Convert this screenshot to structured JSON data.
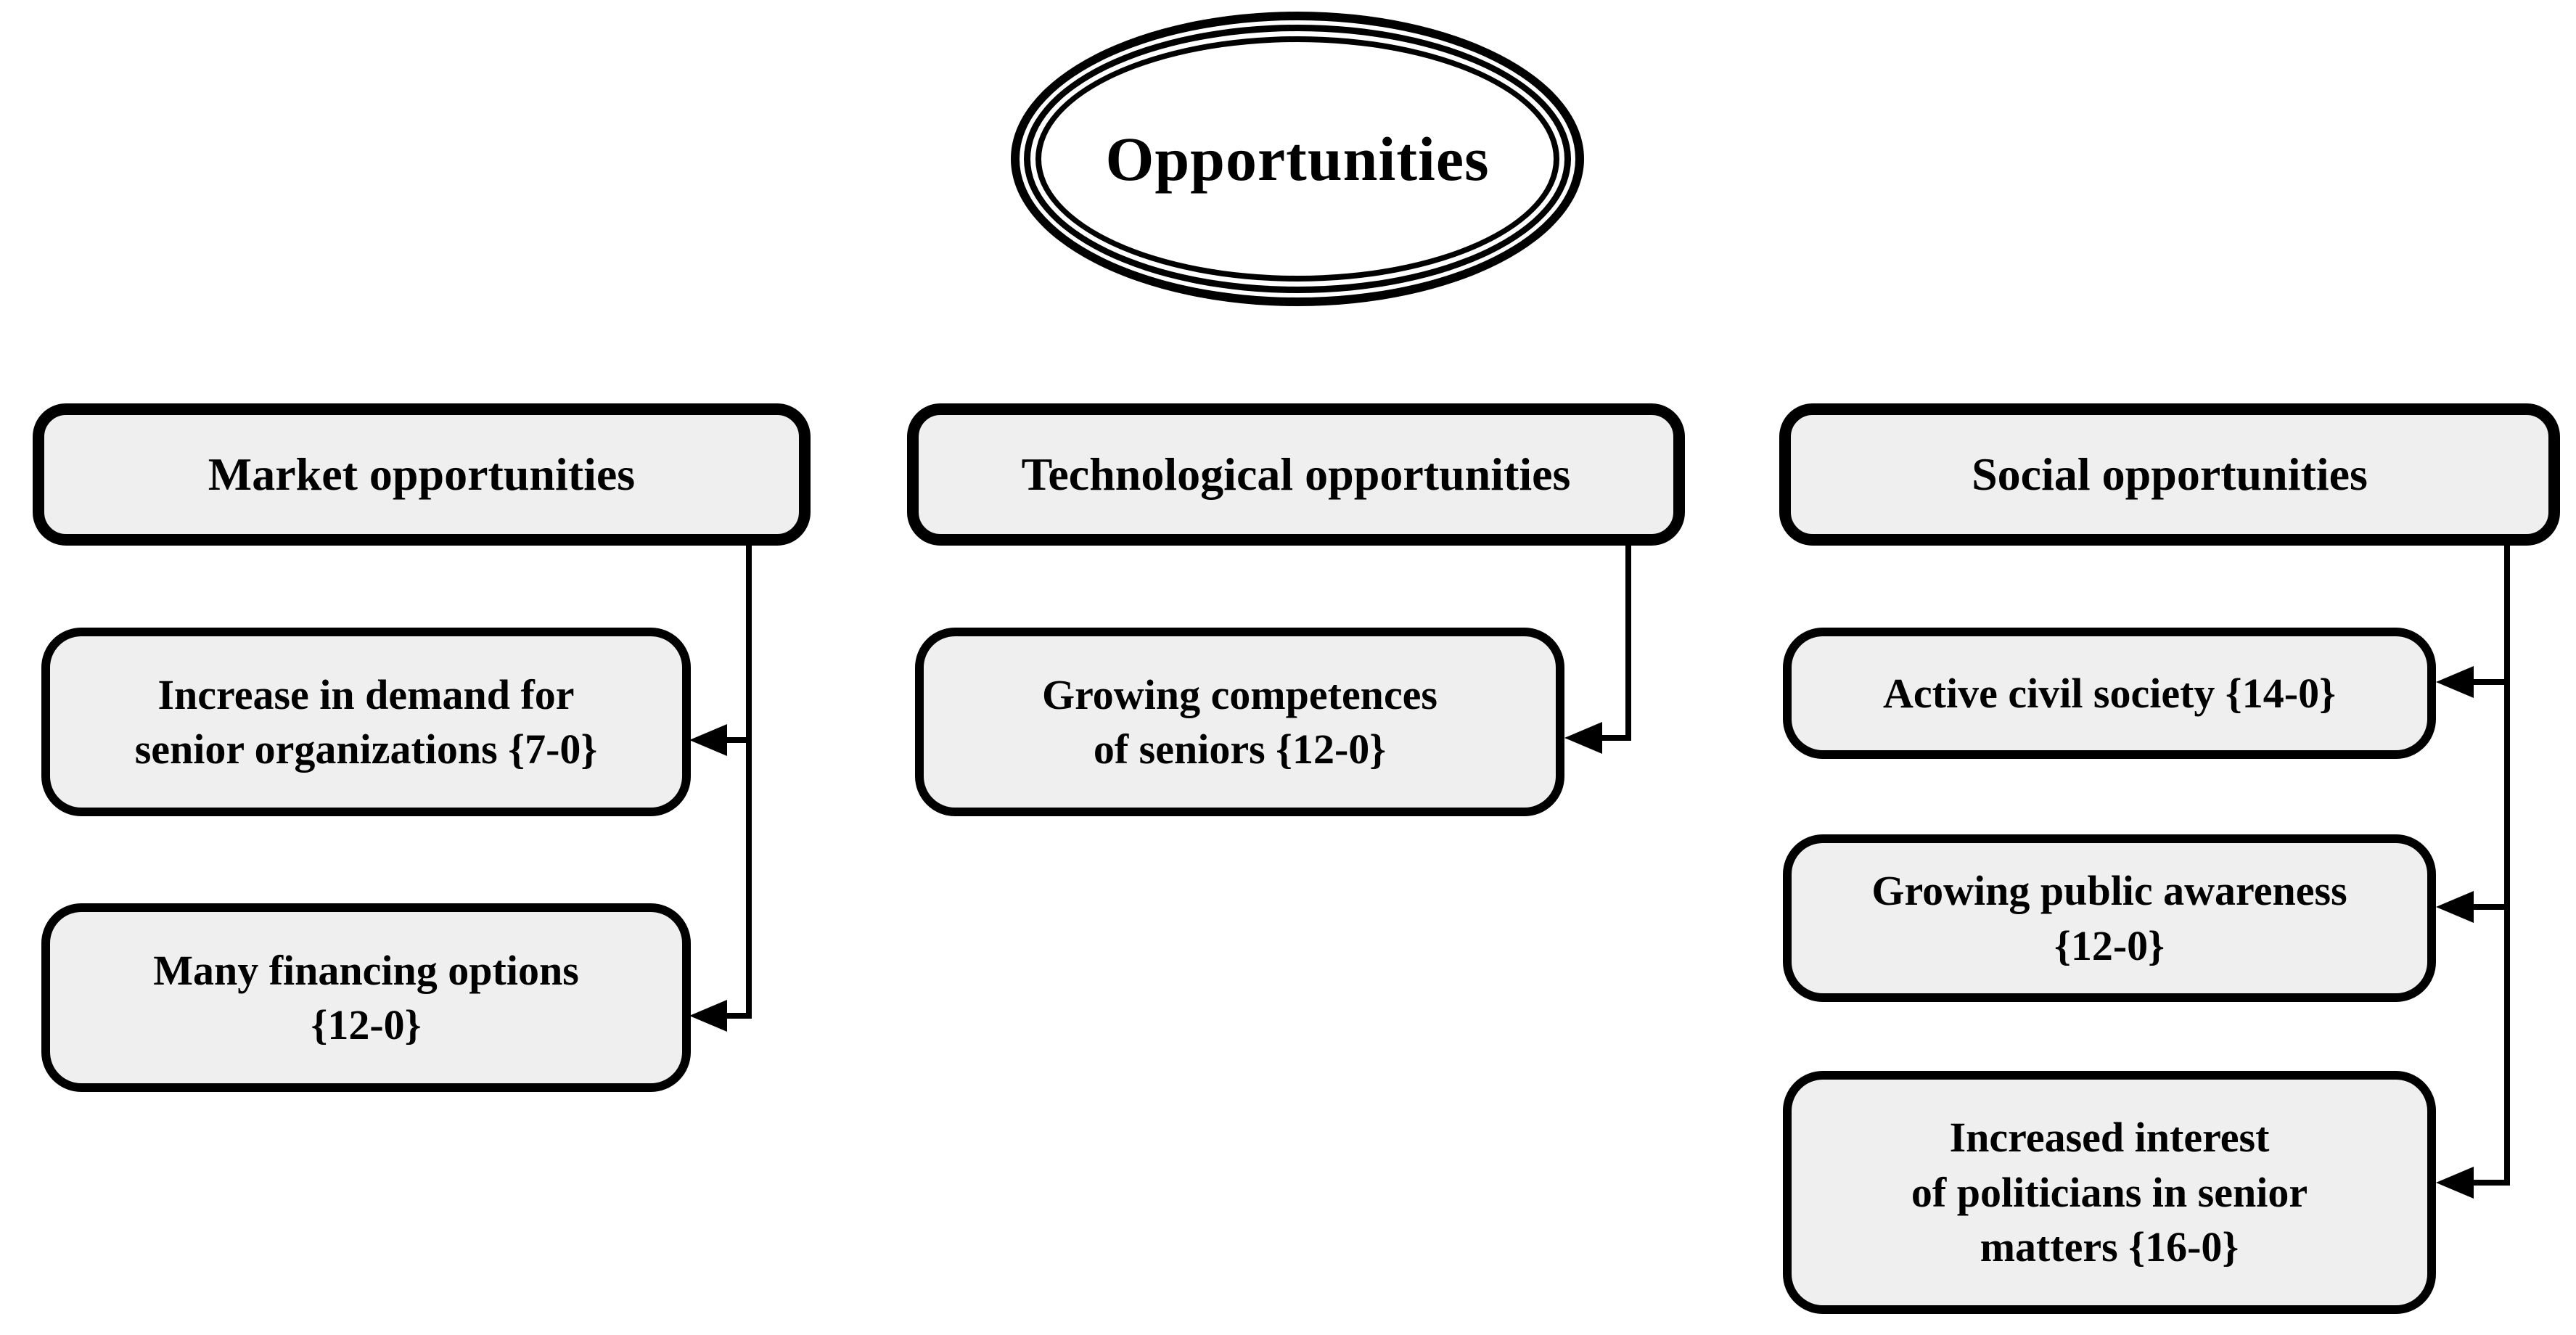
{
  "diagram": {
    "title": "Opportunities",
    "root": {
      "label": "Opportunities"
    },
    "columns": [
      {
        "header": "Market opportunities",
        "children": [
          {
            "text": "Increase in demand for\nsenior organizations {7-0}",
            "code": "{7-0}"
          },
          {
            "text": "Many financing options\n{12-0}",
            "code": "{12-0}"
          }
        ]
      },
      {
        "header": "Technological opportunities",
        "children": [
          {
            "text": "Growing competences\nof seniors {12-0}",
            "code": "{12-0}"
          }
        ]
      },
      {
        "header": "Social opportunities",
        "children": [
          {
            "text": "Active civil society {14-0}",
            "code": "{14-0}"
          },
          {
            "text": "Growing public awareness\n{12-0}",
            "code": "{12-0}"
          },
          {
            "text": "Increased interest\nof politicians in senior\nmatters {16-0}",
            "code": "{16-0}"
          }
        ]
      }
    ],
    "colors": {
      "box_fill": "#efefef",
      "line": "#000000",
      "background": "#ffffff"
    }
  }
}
